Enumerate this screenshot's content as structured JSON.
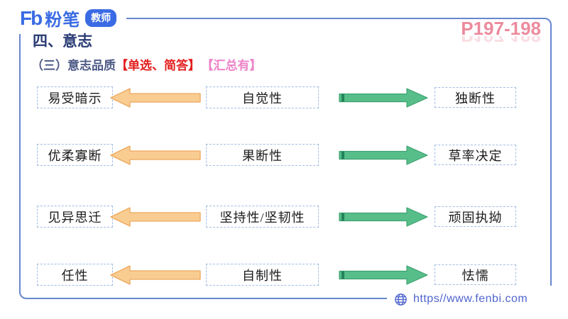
{
  "logo": {
    "mark": "Fb",
    "brand": "粉笔",
    "badge": "教师"
  },
  "page_ref": "P197-198",
  "title": "四、意志",
  "subtitle": {
    "text": "（三）意志品质",
    "tag_question_types": "【单选、简答】",
    "tag_summary": "【汇总有】"
  },
  "rows": [
    {
      "left": "易受暗示",
      "center": "自觉性",
      "right": "独断性"
    },
    {
      "left": "优柔寡断",
      "center": "果断性",
      "right": "草率决定"
    },
    {
      "left": "见异思迁",
      "center": "坚持性/坚韧性",
      "right": "顽固执拗"
    },
    {
      "left": "任性",
      "center": "自制性",
      "right": "怯懦"
    }
  ],
  "footer": {
    "url": "https//www.fenbi.com",
    "icon": "globe-icon"
  },
  "colors": {
    "brand_blue": "#3A6BE4",
    "frame_blue": "#6887CF",
    "title_navy": "#2A3B74",
    "subtitle_gray_blue": "#4E5A86",
    "tag_red": "#E31E1E",
    "tag_pink": "#EE82C8",
    "page_ref_pink": "#EC8B9E",
    "arrow_orange_fill": "#F9CD92",
    "arrow_orange_stroke": "#EDA75D",
    "arrow_green_fill": "#57BE89",
    "arrow_green_stroke": "#3EA271",
    "box_border_blue": "#A3BEE3",
    "footer_blue": "#5065CE"
  }
}
